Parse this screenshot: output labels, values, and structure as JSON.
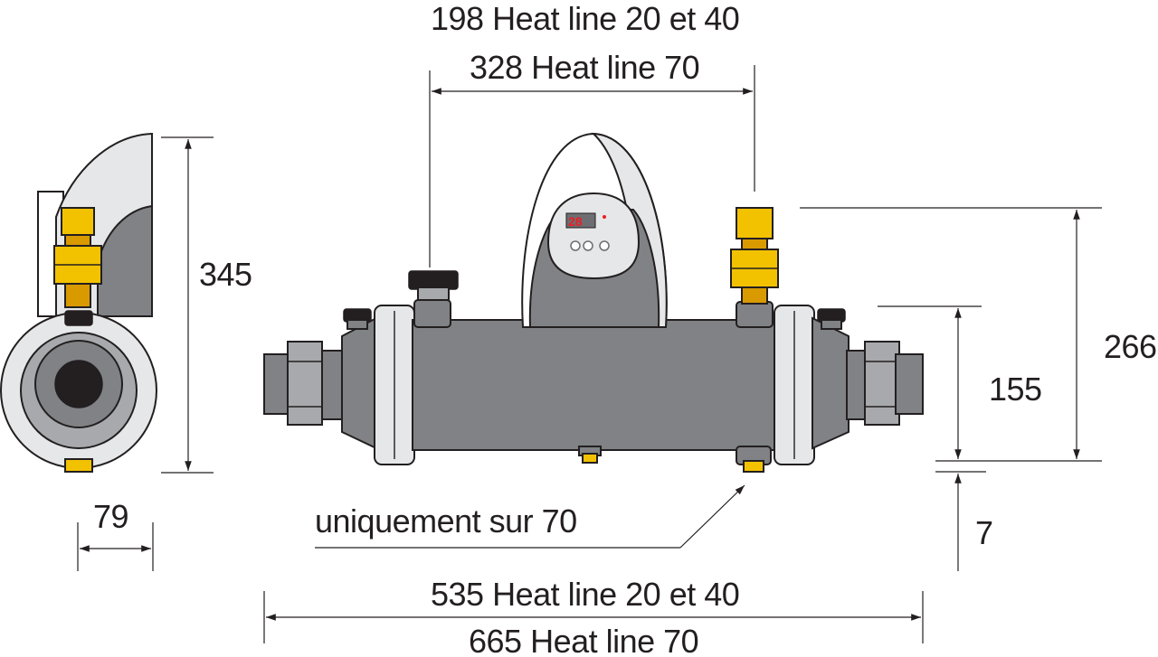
{
  "dimensions": {
    "top_line1": "198 Heat line 20 et 40",
    "top_line2": "328 Heat line 70",
    "height_side": "345",
    "width_side": "79",
    "height_right_outer": "266",
    "height_right_inner": "155",
    "offset_bottom": "7",
    "note_only_70": "uniquement sur 70",
    "length_line1": "535 Heat line 20 et 40",
    "length_line2": "665 Heat line 70"
  },
  "display": {
    "readout": "28"
  },
  "colors": {
    "body_dark": "#808285",
    "body_light": "#e6e7e8",
    "brass": "#f2c200",
    "display_red": "#ed1c24"
  }
}
